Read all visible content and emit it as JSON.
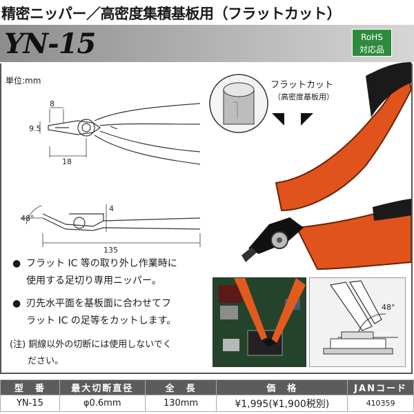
{
  "header": {
    "title": "精密ニッパー／高密度集積基板用（フラットカット）",
    "model": "YN-15",
    "rohs_line1": "RoHS",
    "rohs_line2": "対応品"
  },
  "drawing": {
    "unit_label": "単位:mm",
    "dim_8": "8",
    "dim_9_5": "9.5",
    "dim_18": "18",
    "dim_4": "4",
    "dim_48": "48°",
    "dim_135": "135"
  },
  "flat_cut": {
    "label": "フラットカット",
    "sub": "（高密度基板用）"
  },
  "bullets": [
    {
      "mark": "●",
      "text": "フラット IC 等の取り外し作業時に\n使用する足切り専用ニッパー。"
    },
    {
      "mark": "●",
      "text": "刃先水平面を基板面に合わせてフ\nラット IC の足等をカットします。"
    }
  ],
  "note": "(注) 銅線以外の切断には使用しないでく\n　　ださい。",
  "illust": {
    "angle": "48°"
  },
  "spec": {
    "headers": [
      "型　番",
      "最大切断直径",
      "全　長",
      "価　格",
      "JANコード"
    ],
    "row": [
      "YN-15",
      "φ0.6mm",
      "130mm",
      "¥1,995(¥1,900税別)",
      "410359"
    ]
  }
}
